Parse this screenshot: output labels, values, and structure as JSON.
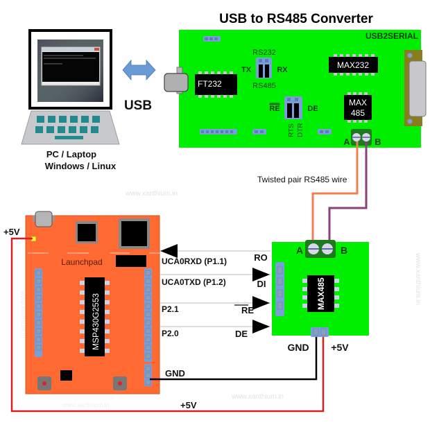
{
  "title": "USB to RS485 Converter",
  "pc": {
    "label_line1": "PC / Laptop",
    "label_line2": "Windows / Linux"
  },
  "usb_link": {
    "label": "USB"
  },
  "converter_board": {
    "name": "USB2SERIAL",
    "chip_ft232": "FT232",
    "chip_max232": "MAX232",
    "chip_max485_line1": "MAX",
    "chip_max485_line2": "485",
    "jumper1_top": "RS232",
    "jumper1_bottom": "RS485",
    "jumper1_left": "TX",
    "jumper1_right": "RX",
    "jumper2_left": "RE",
    "jumper2_right": "DE",
    "jumper2_pin1": "RTS",
    "jumper2_pin2": "DTR",
    "terminal_a": "A",
    "terminal_b": "B"
  },
  "wire_label": "Twisted pair RS485 wire",
  "launchpad": {
    "name": "Launchpad",
    "mcu": "MSP430G2553",
    "power_label": "+5V"
  },
  "signals": [
    {
      "pin": "UCA0RXD (P1.1)",
      "module_pin": "RO",
      "direction": "to-launchpad"
    },
    {
      "pin": "UCA0TXD (P1.2)",
      "module_pin": "DI",
      "direction": "to-module"
    },
    {
      "pin": "P2.1",
      "module_pin": "RE",
      "direction": "to-module"
    },
    {
      "pin": "P2.0",
      "module_pin": "DE",
      "direction": "to-module"
    }
  ],
  "gnd_label_launchpad": "GND",
  "max485_module": {
    "chip": "MAX485",
    "terminal_a": "A",
    "terminal_b": "B",
    "gnd_label": "GND",
    "vcc_label": "+5V"
  },
  "bottom_power_label": "+5V",
  "watermark": "www.xanthium.in",
  "colors": {
    "pcb_green": "#00ee00",
    "launchpad_orange": "#ff6a33",
    "wire_a": "#f08050",
    "wire_b": "#8e3e7a",
    "power_red": "#d81e1e",
    "ground_black": "#000000",
    "pin_blue": "#7a9fd8"
  }
}
